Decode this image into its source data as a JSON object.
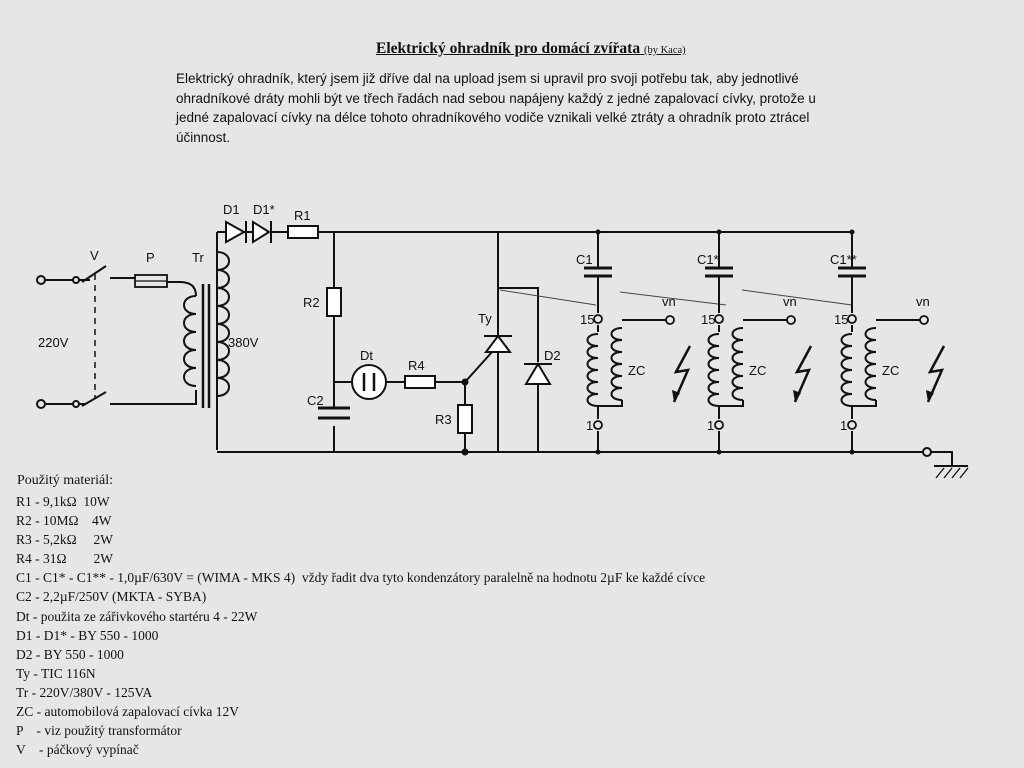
{
  "title": "Elektrický ohradník pro domácí zvířata",
  "author": "(by Kaca)",
  "intro_lines": [
    "Elektrický ohradník, který jsem již dříve dal na upload jsem si upravil pro svoji potřebu tak, aby jednotlivé",
    "ohradníkové dráty mohli být ve třech řadách nad sebou napájeny každý z jedné zapalovací cívky, protože u",
    "jedné zapalovací cívky na délce tohoto ohradníkového vodiče vznikali velké ztráty a ohradník proto ztrácel",
    "účinnost."
  ],
  "schematic": {
    "labels": {
      "d1": "D1",
      "d1s": "D1*",
      "r1": "R1",
      "r2": "R2",
      "r3": "R3",
      "r4": "R4",
      "c2": "C2",
      "dt": "Dt",
      "ty": "Ty",
      "d2": "D2",
      "v": "V",
      "p": "P",
      "tr": "Tr",
      "mains": "220V",
      "secondary": "380V"
    },
    "stages": [
      {
        "cap": "C1",
        "top_pin": "15",
        "bottom_pin": "1",
        "coil": "ZC",
        "output": "vn"
      },
      {
        "cap": "C1*",
        "top_pin": "15",
        "bottom_pin": "1",
        "coil": "ZC",
        "output": "vn"
      },
      {
        "cap": "C1**",
        "top_pin": "15",
        "bottom_pin": "1",
        "coil": "ZC",
        "output": "vn"
      }
    ]
  },
  "materials": {
    "heading": "Použitý materiál:",
    "items": [
      "R1 - 9,1kΩ  10W",
      "R2 - 10MΩ    4W",
      "R3 - 5,2kΩ     2W",
      "R4 - 31Ω        2W",
      "C1 - C1* - C1** - 1,0µF/630V = (WIMA - MKS 4)  vždy řadit dva tyto kondenzátory paralelně na hodnotu 2µF ke každé cívce",
      "C2 - 2,2µF/250V (MKTA - SYBA)",
      "Dt - použita ze zářivkového startéru 4 - 22W",
      "D1 - D1* - BY 550 - 1000",
      "D2 - BY 550 - 1000",
      "Ty - TIC 116N",
      "Tr - 220V/380V - 125VA",
      "ZC - automobilová zapalovací cívka 12V",
      "P    - viz použitý transformátor",
      "V    - páčkový vypínač"
    ]
  }
}
